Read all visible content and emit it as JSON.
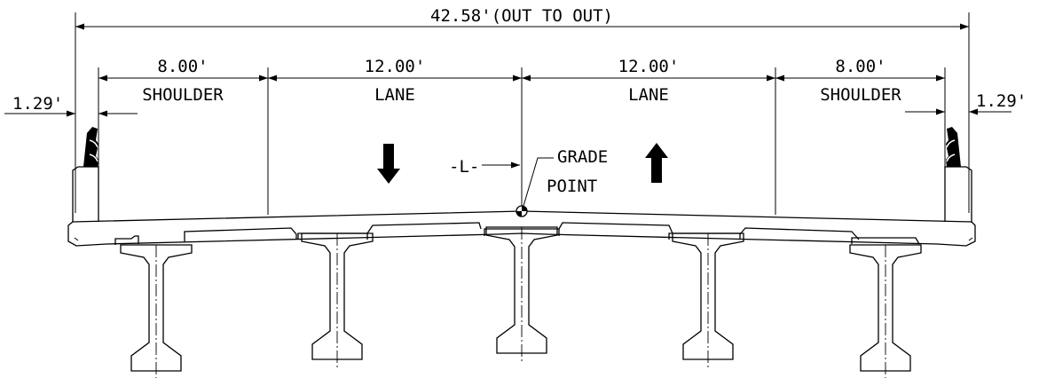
{
  "dimensions": {
    "overall": "42.58'(OUT TO OUT)",
    "shoulder_left": "8.00'",
    "shoulder_left_label": "SHOULDER",
    "lane_left": "12.00'",
    "lane_left_label": "LANE",
    "lane_right": "12.00'",
    "lane_right_label": "LANE",
    "shoulder_right": "8.00'",
    "shoulder_right_label": "SHOULDER",
    "barrier_left": "1.29'",
    "barrier_right": "1.29'"
  },
  "labels": {
    "centerline": "-L-",
    "grade_line1": "GRADE",
    "grade_line2": "POINT"
  },
  "colors": {
    "line": "#000000",
    "background": "#ffffff"
  },
  "traffic": {
    "left_lane": "down-arrow-icon",
    "right_lane": "up-arrow-icon"
  }
}
